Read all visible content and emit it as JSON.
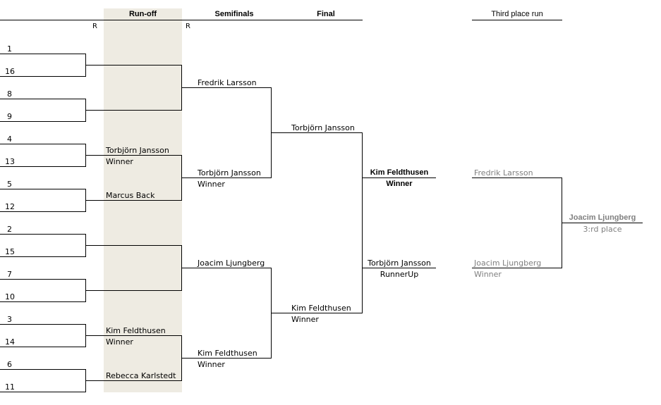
{
  "headers": {
    "runoff": "Run-off",
    "semifinals": "Semifinals",
    "final": "Final",
    "third_place_run": "Third place run",
    "r_left": "R",
    "r_right": "R"
  },
  "seeds": [
    "1",
    "16",
    "8",
    "9",
    "4",
    "13",
    "5",
    "12",
    "2",
    "15",
    "7",
    "10",
    "3",
    "14",
    "6",
    "11"
  ],
  "runoff": {
    "p1": "Torbjörn Jansson",
    "p1_status": "Winner",
    "p2": "Marcus Back",
    "p3": "Kim Feldthusen",
    "p3_status": "Winner",
    "p4": "Rebecca Karlstedt"
  },
  "quarter": {
    "a": "Fredrik Larsson",
    "b": "Torbjörn Jansson",
    "b_status": "Winner",
    "c": "Joacim Ljungberg",
    "d": "Kim Feldthusen",
    "d_status": "Winner"
  },
  "semi": {
    "top": "Torbjörn Jansson",
    "bottom": "Kim Feldthusen",
    "bottom_status": "Winner"
  },
  "final": {
    "winner": "Kim Feldthusen",
    "winner_label": "Winner",
    "runner": "Torbjörn Jansson",
    "runner_label": "RunnerUp"
  },
  "third": {
    "top": "Fredrik Larsson",
    "bottom": "Joacim Ljungberg",
    "bottom_status": "Winner",
    "result": "Joacim Ljungberg",
    "result_label": "3:rd place"
  }
}
